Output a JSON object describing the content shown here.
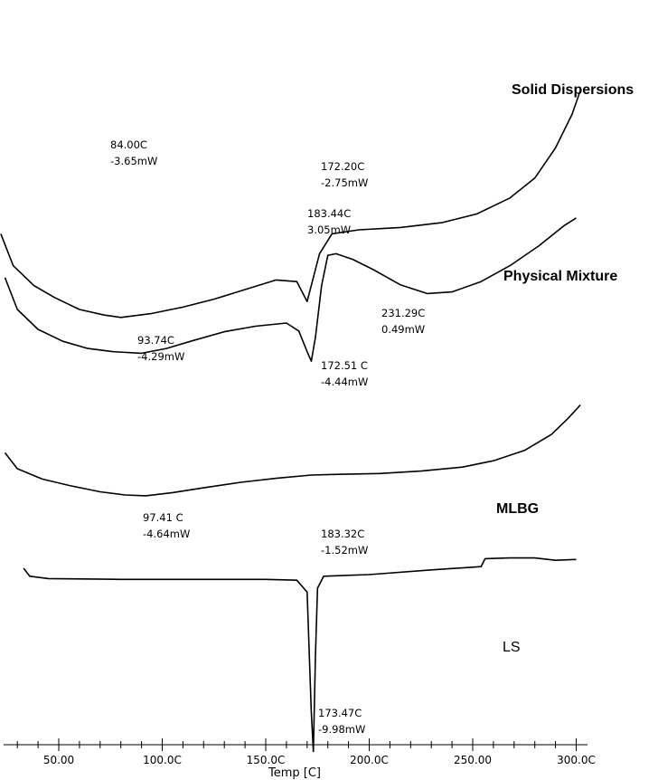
{
  "chart_data": {
    "type": "line",
    "xlabel": "Temp [C]",
    "xticks": [
      {
        "value": 50,
        "label": "50.00"
      },
      {
        "value": 100,
        "label": "100.0C"
      },
      {
        "value": 150,
        "label": "150.0C"
      },
      {
        "value": 200,
        "label": "200.0C"
      },
      {
        "value": 250,
        "label": "250.00"
      },
      {
        "value": 300,
        "label": "300.0C"
      }
    ],
    "xlim": [
      10,
      312
    ],
    "series": [
      {
        "name": "Solid Dispersions",
        "points": [
          [
            22,
            -2.8
          ],
          [
            28,
            -3.2
          ],
          [
            38,
            -3.45
          ],
          [
            48,
            -3.6
          ],
          [
            60,
            -3.75
          ],
          [
            72,
            -3.82
          ],
          [
            80,
            -3.85
          ],
          [
            95,
            -3.8
          ],
          [
            110,
            -3.72
          ],
          [
            125,
            -3.62
          ],
          [
            140,
            -3.5
          ],
          [
            155,
            -3.38
          ],
          [
            165,
            -3.4
          ],
          [
            170,
            -3.65
          ],
          [
            172,
            -3.45
          ],
          [
            176,
            -3.05
          ],
          [
            182,
            -2.8
          ],
          [
            195,
            -2.75
          ],
          [
            215,
            -2.72
          ],
          [
            235,
            -2.66
          ],
          [
            252,
            -2.55
          ],
          [
            268,
            -2.35
          ],
          [
            280,
            -2.1
          ],
          [
            290,
            -1.72
          ],
          [
            298,
            -1.3
          ],
          [
            302,
            -1.0
          ]
        ],
        "annotations": [
          {
            "x": 84.0,
            "label": "84.00C",
            "value": "-3.65mW"
          },
          {
            "x": 172.2,
            "label": "172.20C",
            "value": "-2.75mW"
          }
        ]
      },
      {
        "name": "Physical Mixture",
        "points": [
          [
            24,
            -3.35
          ],
          [
            30,
            -3.75
          ],
          [
            40,
            -4.0
          ],
          [
            52,
            -4.15
          ],
          [
            64,
            -4.24
          ],
          [
            76,
            -4.28
          ],
          [
            90,
            -4.3
          ],
          [
            102,
            -4.24
          ],
          [
            115,
            -4.14
          ],
          [
            130,
            -4.03
          ],
          [
            145,
            -3.96
          ],
          [
            160,
            -3.92
          ],
          [
            166,
            -4.02
          ],
          [
            170,
            -4.28
          ],
          [
            172,
            -4.4
          ],
          [
            174,
            -4.1
          ],
          [
            177,
            -3.45
          ],
          [
            180,
            -3.07
          ],
          [
            184,
            -3.05
          ],
          [
            192,
            -3.12
          ],
          [
            202,
            -3.25
          ],
          [
            215,
            -3.44
          ],
          [
            228,
            -3.55
          ],
          [
            240,
            -3.53
          ],
          [
            254,
            -3.4
          ],
          [
            268,
            -3.2
          ],
          [
            282,
            -2.95
          ],
          [
            294,
            -2.7
          ],
          [
            300,
            -2.6
          ]
        ],
        "annotations": [
          {
            "x": 93.74,
            "label": "93.74C",
            "value": "-4.29mW"
          },
          {
            "x": 172.51,
            "label": "172.51 C",
            "value": "-4.44mW"
          },
          {
            "x": 183.44,
            "label": "183.44C",
            "value": "3.05mW"
          },
          {
            "x": 231.29,
            "label": "231.29C",
            "value": "0.49mW"
          }
        ]
      },
      {
        "name": "MLBG",
        "points": [
          [
            24,
            -5.55
          ],
          [
            30,
            -5.75
          ],
          [
            42,
            -5.88
          ],
          [
            55,
            -5.96
          ],
          [
            70,
            -6.04
          ],
          [
            82,
            -6.08
          ],
          [
            92,
            -6.09
          ],
          [
            105,
            -6.05
          ],
          [
            120,
            -5.99
          ],
          [
            138,
            -5.92
          ],
          [
            155,
            -5.87
          ],
          [
            172,
            -5.83
          ],
          [
            185,
            -5.82
          ],
          [
            205,
            -5.81
          ],
          [
            225,
            -5.78
          ],
          [
            245,
            -5.73
          ],
          [
            260,
            -5.65
          ],
          [
            275,
            -5.52
          ],
          [
            288,
            -5.32
          ],
          [
            296,
            -5.12
          ],
          [
            302,
            -4.95
          ]
        ],
        "annotations": [
          {
            "x": 97.41,
            "label": "97.41 C",
            "value": "-4.64mW"
          },
          {
            "x": 183.32,
            "label": "183.32C",
            "value": "-1.52mW"
          }
        ]
      },
      {
        "name": "LS",
        "points": [
          [
            33,
            -7.0
          ],
          [
            36,
            -7.1
          ],
          [
            45,
            -7.13
          ],
          [
            80,
            -7.14
          ],
          [
            120,
            -7.14
          ],
          [
            150,
            -7.14
          ],
          [
            165,
            -7.15
          ],
          [
            170,
            -7.3
          ],
          [
            172,
            -8.8
          ],
          [
            173,
            -9.3
          ],
          [
            174,
            -8.1
          ],
          [
            175,
            -7.25
          ],
          [
            178,
            -7.1
          ],
          [
            200,
            -7.08
          ],
          [
            230,
            -7.02
          ],
          [
            254,
            -6.98
          ],
          [
            256,
            -6.88
          ],
          [
            268,
            -6.87
          ],
          [
            280,
            -6.87
          ],
          [
            290,
            -6.9
          ],
          [
            300,
            -6.89
          ]
        ],
        "annotations": [
          {
            "x": 173.47,
            "label": "173.47C",
            "value": "-9.98mW"
          }
        ]
      }
    ]
  }
}
